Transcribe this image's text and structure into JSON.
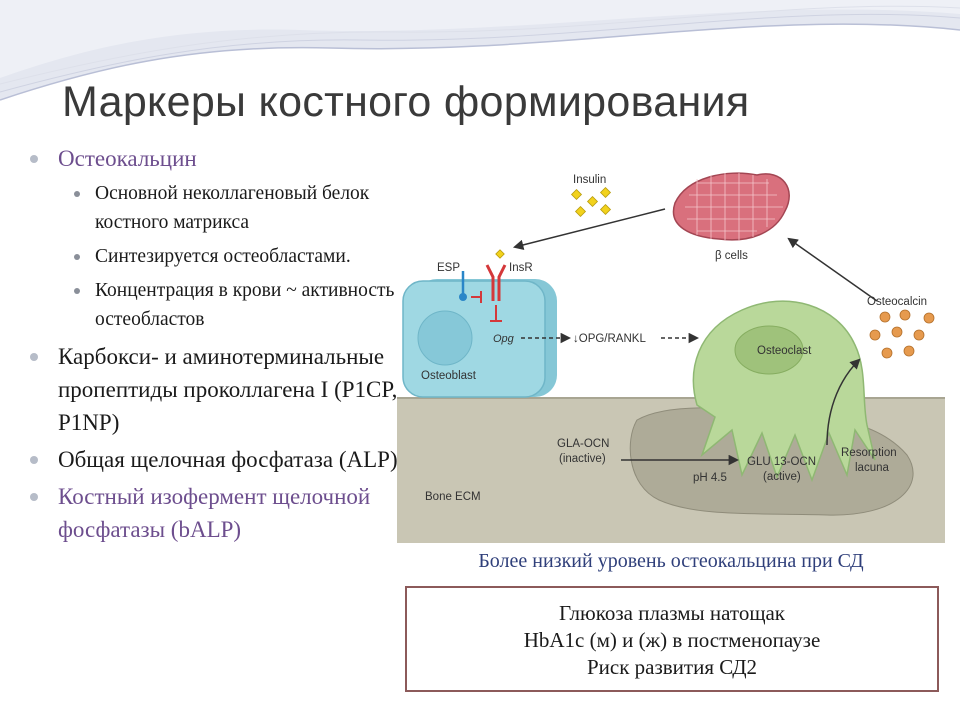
{
  "slide": {
    "title": "Маркеры костного формирования",
    "bullets": [
      {
        "text": "Остеокальцин",
        "color": "#6d4e8e",
        "sub": [
          "Основной неколлагеновый белок костного матрикса",
          "Синтезируется остеобластами.",
          "Концентрация в крови ~ активность остеобластов"
        ]
      },
      {
        "text": "Карбокси- и аминотерминальные пропептиды проколлагена I (P1CP, P1NP)",
        "color": "#1a1a1a"
      },
      {
        "text": "Общая щелочная фосфатаза (ALP)",
        "color": "#1a1a1a"
      },
      {
        "text": "Костный изофермент щелочной фосфатазы (bALP)",
        "color": "#6d4e8e"
      }
    ]
  },
  "diagram": {
    "labels": {
      "insulin": "Insulin",
      "beta_cells": "β cells",
      "esp": "ESP",
      "insr": "InsR",
      "opg": "Opg",
      "opg_rankl": "↓OPG/RANKL",
      "osteoblast": "Osteoblast",
      "osteoclast": "Osteoclast",
      "osteocalcin": "Osteocalcin",
      "gla_ocn": "GLA-OCN",
      "gla_ocn_state": "(inactive)",
      "ph": "pH 4.5",
      "glu_ocn": "GLU 13-OCN",
      "glu_ocn_state": "(active)",
      "resorption": "Resorption",
      "lacuna": "lacuna",
      "bone_ecm": "Bone ECM"
    },
    "colors": {
      "osteoblast": "#9fd8e3",
      "osteoclast": "#b9d89a",
      "beta_cells": "#d9707d",
      "insulin": "#f2d21c",
      "osteocalcin": "#e69a4e",
      "bone": "#c9c6b4",
      "insr": "#d4383a",
      "esp": "#2a86c8"
    }
  },
  "caption": "Более низкий уровень остеокальцина при СД",
  "box_lines": [
    "Глюкоза плазмы натощак",
    "HbA1c (м) и (ж) в постменопаузе",
    "Риск развития СД2"
  ]
}
